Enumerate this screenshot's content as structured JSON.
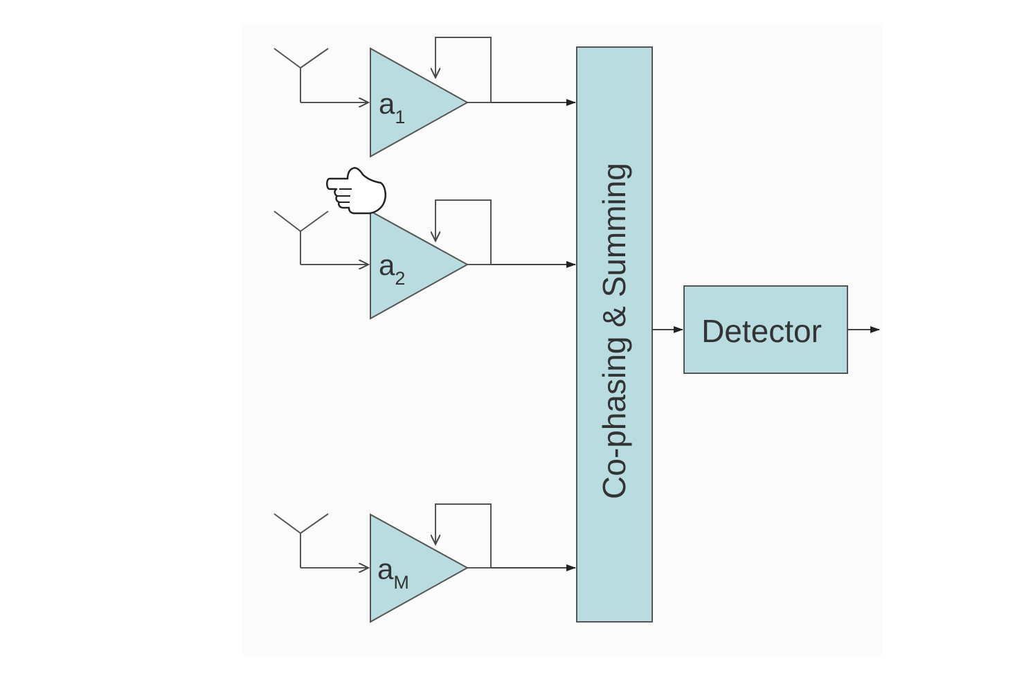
{
  "colors": {
    "block_fill": "#b8dcdf",
    "stroke": "#555555",
    "arrow": "#222222",
    "background_panel": "#fbfbfb"
  },
  "branches": [
    {
      "gain_symbol": "a",
      "gain_subscript": "1"
    },
    {
      "gain_symbol": "a",
      "gain_subscript": "2"
    },
    {
      "gain_symbol": "a",
      "gain_subscript": "M"
    }
  ],
  "combiner": {
    "label": "Co-phasing & Summing"
  },
  "detector": {
    "label": "Detector"
  },
  "cursor": {
    "icon": "pointing-hand-icon"
  }
}
